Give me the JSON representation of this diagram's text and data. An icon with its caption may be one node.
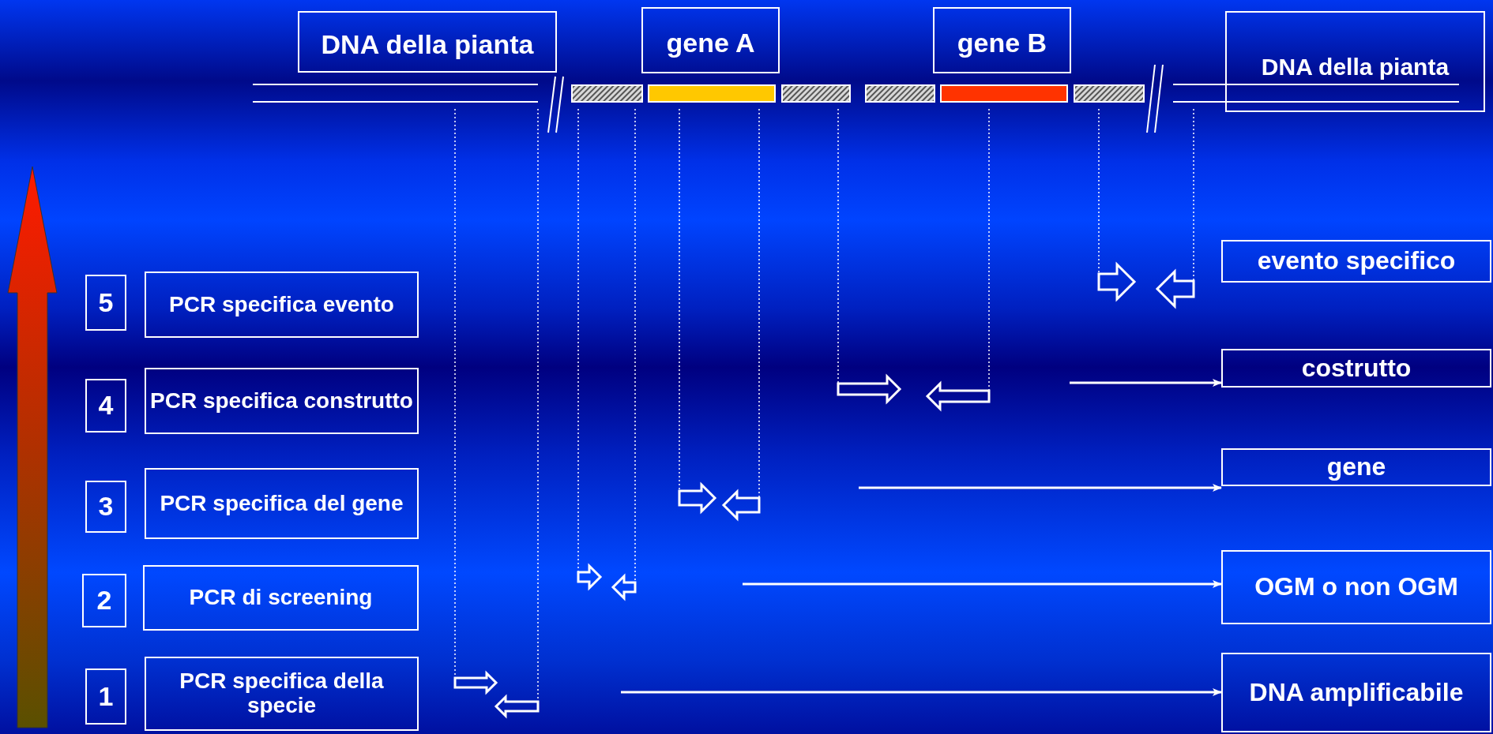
{
  "diagram": {
    "nodes": [
      {
        "text": [
          "DNA della pianta"
        ]
      },
      {
        "text": [
          "gene A"
        ]
      },
      {
        "text": [
          "gene B"
        ]
      },
      {
        "text": [
          "DNA della pianta"
        ]
      },
      {
        "text": [
          "evento specifico"
        ]
      },
      {
        "text": [
          "5"
        ]
      },
      {
        "text": [
          "PCR specifica evento"
        ]
      },
      {
        "text": [
          "costrutto"
        ]
      },
      {
        "text": [
          "4"
        ]
      },
      {
        "text": [
          "PCR specifica construtto"
        ]
      },
      {
        "text": [
          "gene"
        ]
      },
      {
        "text": [
          "3"
        ]
      },
      {
        "text": [
          "PCR specifica del gene"
        ]
      },
      {
        "text": [
          "OGM o non OGM"
        ]
      },
      {
        "text": [
          "2"
        ]
      },
      {
        "text": [
          "PCR di screening"
        ]
      },
      {
        "text": [
          "DNA amplificabile"
        ]
      },
      {
        "text": [
          "1"
        ]
      },
      {
        "text": [
          "PCR specifica della specie"
        ]
      }
    ],
    "edges": [
      {
        "from": null,
        "to": 7,
        "arrow": "to"
      },
      {
        "from": null,
        "to": 10,
        "arrow": "to"
      },
      {
        "from": null,
        "to": 13,
        "arrow": "to"
      },
      {
        "from": null,
        "to": 16,
        "arrow": "to"
      }
    ]
  }
}
